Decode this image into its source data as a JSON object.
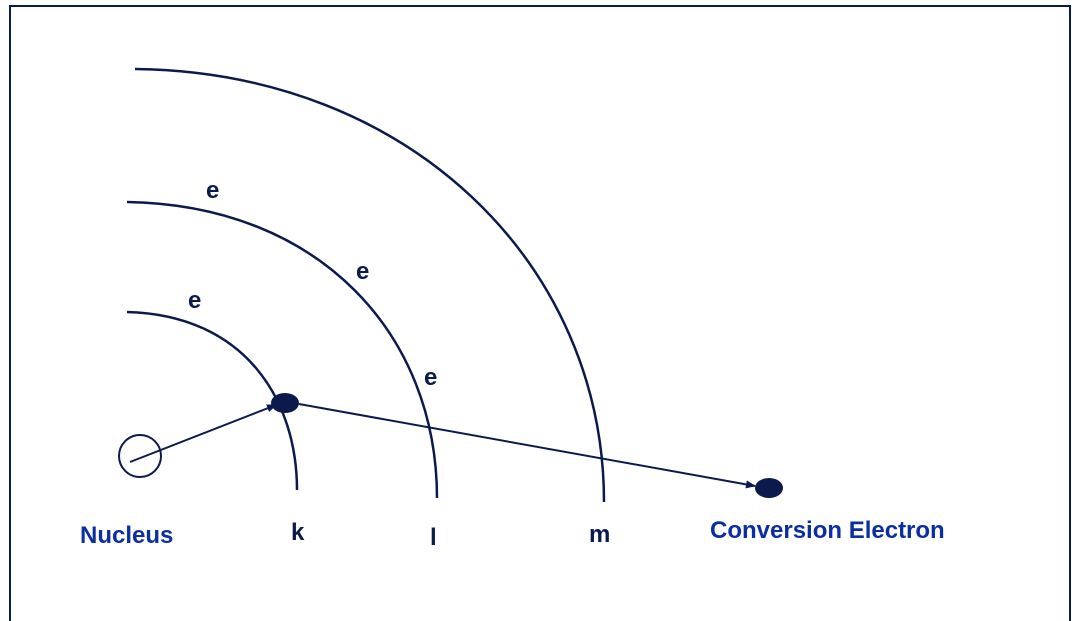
{
  "diagram": {
    "colors": {
      "stroke": "#0b1a4d",
      "text": "#0b1a4d",
      "label_blue": "#0b2fa3"
    },
    "labels": {
      "nucleus": "Nucleus",
      "shell_k": "k",
      "shell_l": "l",
      "shell_m": "m",
      "conversion_electron": "Conversion Electron"
    },
    "electron_markers": [
      "e",
      "e",
      "e",
      "e"
    ]
  }
}
